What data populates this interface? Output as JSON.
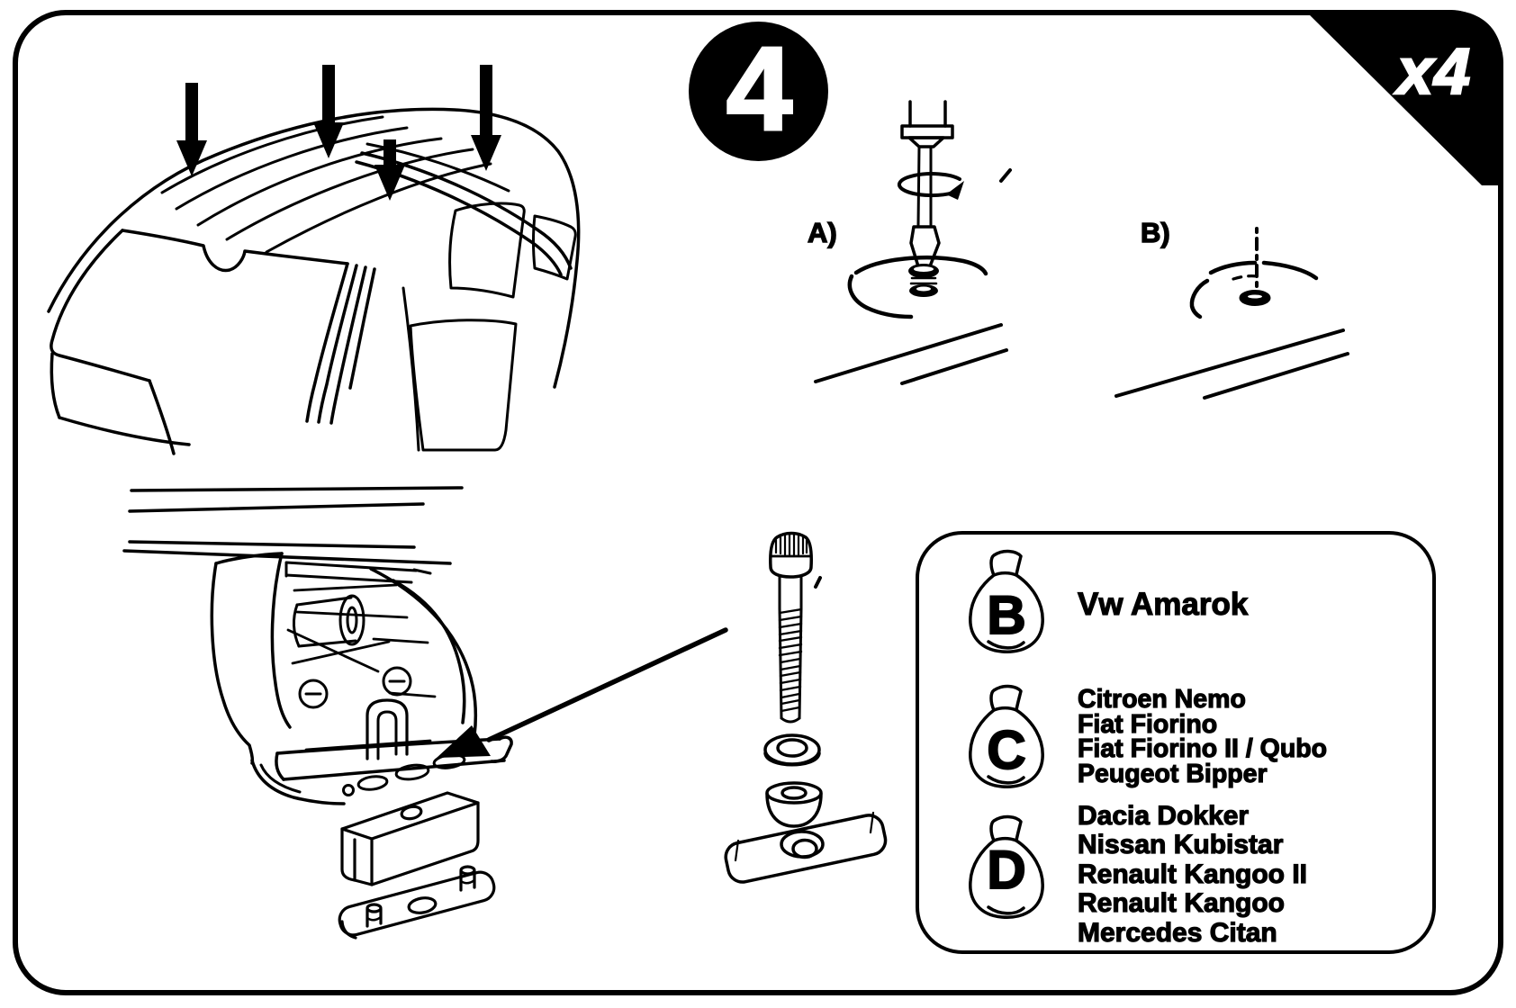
{
  "page": {
    "step_number": "4",
    "quantity_label": "x4",
    "ink_color": "#000000",
    "paper_color": "#ffffff"
  },
  "diagrams": {
    "variant_a_label": "A)",
    "variant_b_label": "B)"
  },
  "parts_box": {
    "sections": [
      {
        "bag_label": "B",
        "models": [
          "Vw Amarok"
        ]
      },
      {
        "bag_label": "C",
        "models": [
          "Citroen Nemo",
          "Fiat Fiorino",
          "Fiat Fiorino II / Qubo",
          "Peugeot Bipper"
        ]
      },
      {
        "bag_label": "D",
        "models": [
          "Dacia Dokker",
          "Nissan Kubistar",
          "Renault Kangoo II",
          "Renault Kangoo",
          "Mercedes Citan"
        ]
      }
    ]
  },
  "icons": {
    "bag": "parts-bag-icon",
    "mount_arrow": "down-arrow-icon",
    "rotation": "rotation-arrow-icon",
    "pointer": "pointer-arrow-icon"
  }
}
